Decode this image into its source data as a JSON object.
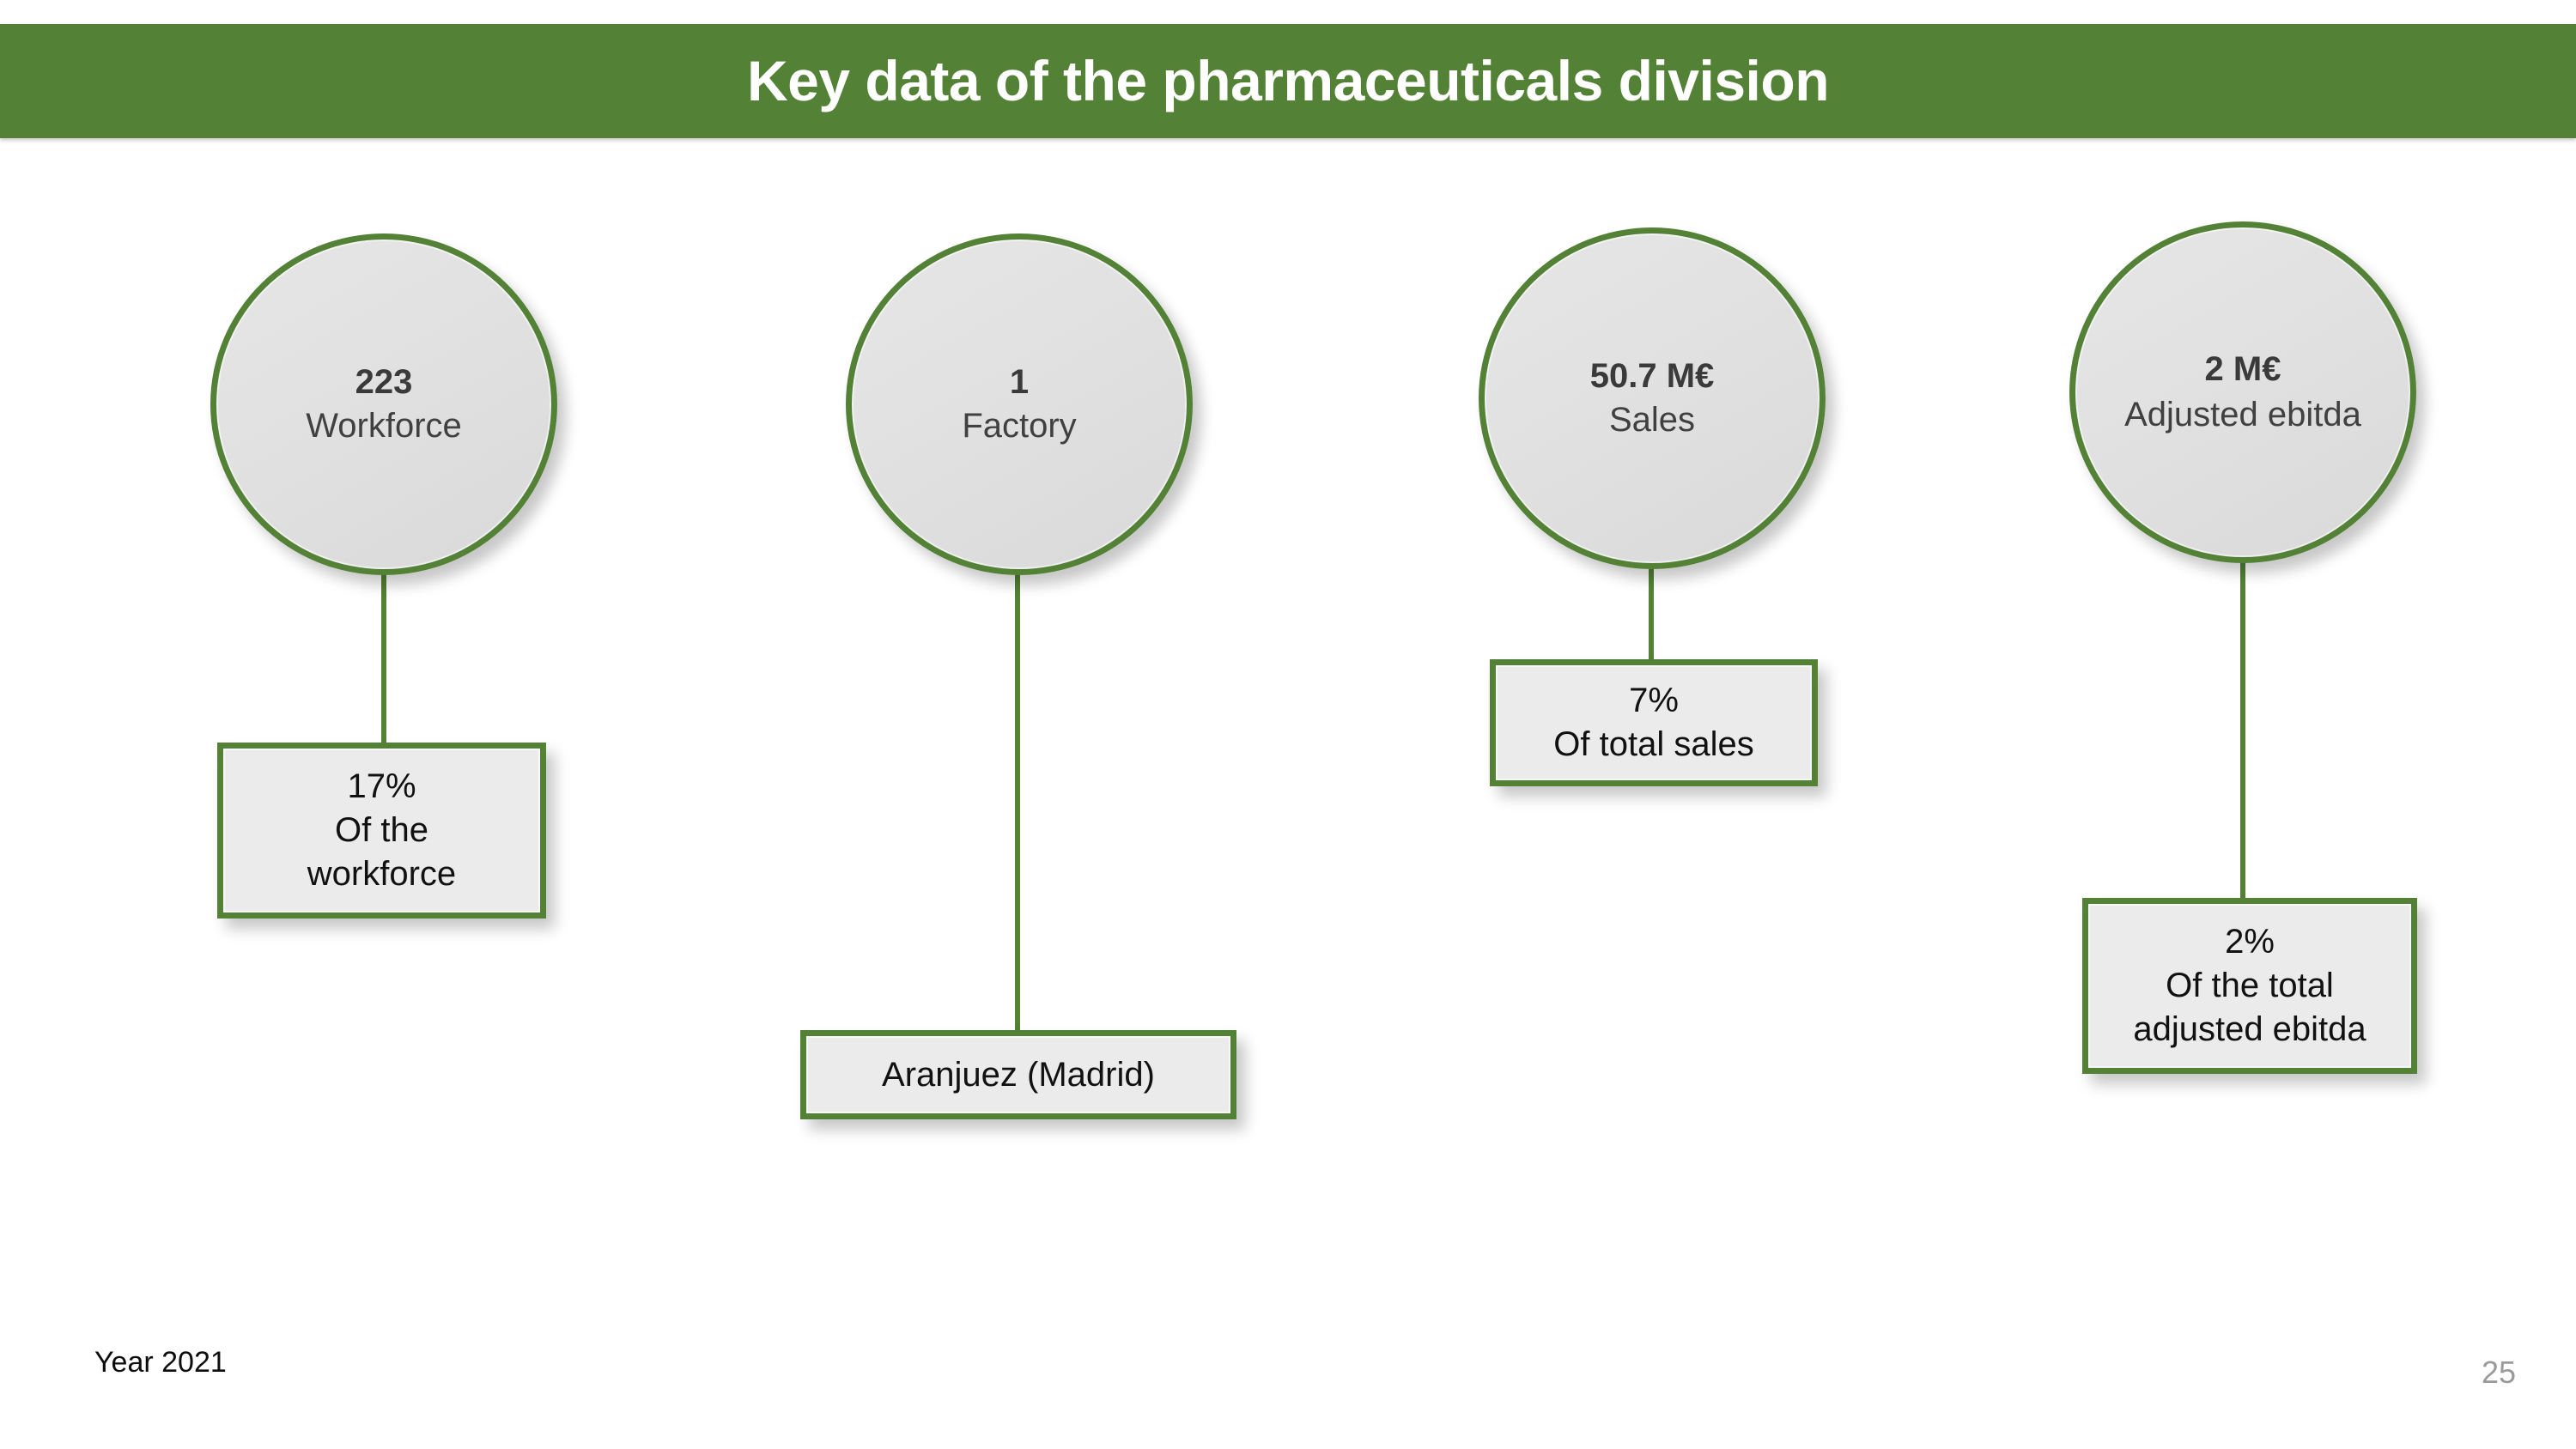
{
  "slide": {
    "title": "Key data of the pharmaceuticals division",
    "footer_note": "Year 2021",
    "page_number": "25",
    "accent_color": "#538135",
    "shape_fill_color": "#E4E4E4",
    "title_text_color": "#FFFFFF"
  },
  "nodes": [
    {
      "circle_value": "223",
      "circle_label": "Workforce",
      "box_lines": [
        "17%",
        "Of the",
        "workforce"
      ]
    },
    {
      "circle_value": "1",
      "circle_label": "Factory",
      "box_lines": [
        "Aranjuez (Madrid)"
      ]
    },
    {
      "circle_value": "50.7 M€",
      "circle_label": "Sales",
      "box_lines": [
        "7%",
        "Of total sales"
      ]
    },
    {
      "circle_value": "2 M€",
      "circle_label": "Adjusted ebitda",
      "box_lines": [
        "2%",
        "Of the total",
        "adjusted ebitda"
      ]
    }
  ]
}
